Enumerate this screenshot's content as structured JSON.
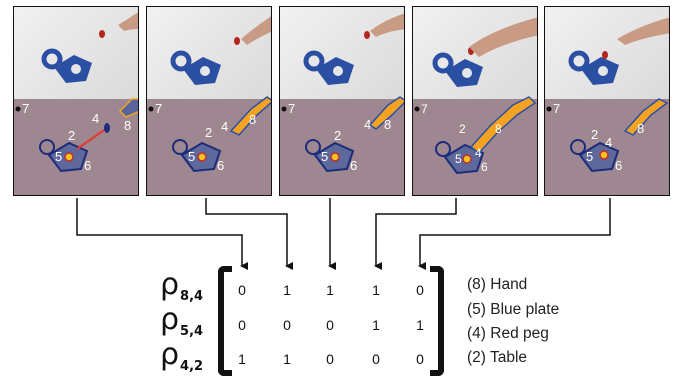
{
  "frames": [
    {
      "labels": [
        "7",
        "4",
        "8",
        "2",
        "5",
        "6"
      ]
    },
    {
      "labels": [
        "7",
        "4",
        "8",
        "2",
        "5",
        "6"
      ]
    },
    {
      "labels": [
        "7",
        "4",
        "8",
        "2",
        "5",
        "6"
      ]
    },
    {
      "labels": [
        "7",
        "4",
        "8",
        "2",
        "5",
        "6"
      ]
    },
    {
      "labels": [
        "7",
        "4",
        "8",
        "2",
        "5",
        "6"
      ]
    }
  ],
  "matrix": {
    "rows": [
      {
        "symbol": "ρ",
        "sub": "8,4",
        "values": [
          "0",
          "1",
          "1",
          "1",
          "0"
        ]
      },
      {
        "symbol": "ρ",
        "sub": "5,4",
        "values": [
          "0",
          "0",
          "0",
          "1",
          "1"
        ]
      },
      {
        "symbol": "ρ",
        "sub": "4,2",
        "values": [
          "1",
          "1",
          "0",
          "0",
          "0"
        ]
      }
    ]
  },
  "legend": [
    "(8) Hand",
    "(5) Blue plate",
    "(4) Red peg",
    "(2) Table"
  ],
  "colors": {
    "segmentation_bg": "#9e8791",
    "plate": "#2a4fa3",
    "peg": "#c0302a",
    "hand": "#f3a321",
    "arrow": "#111111"
  }
}
